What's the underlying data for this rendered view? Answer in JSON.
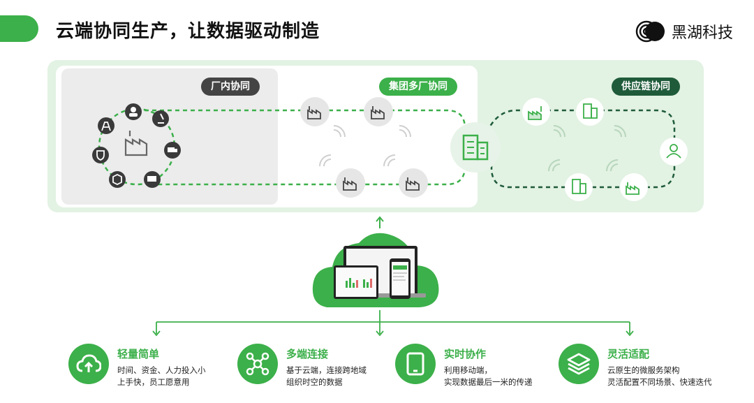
{
  "header": {
    "title": "云端协同生产，让数据驱动制造",
    "brand": "黑湖科技"
  },
  "panels": {
    "intra_factory": "厂内协同",
    "group_multi_factory": "集团多厂协同",
    "supply_chain": "供应链协同"
  },
  "icons": {
    "ring": [
      "worker-icon",
      "microscope-icon",
      "truck-icon",
      "van-icon",
      "box-icon",
      "shield-icon",
      "tower-icon"
    ],
    "center": "factory-icon",
    "hub": "buildings-icon",
    "supply": [
      "factory-green-icon",
      "building-icon",
      "person-icon",
      "building-icon",
      "factory-green-icon"
    ]
  },
  "colors": {
    "accent": "#3cb04a",
    "dark_green": "#1f5b3a",
    "panel_bg": "#e2f2e3",
    "gray_panel": "#ececec"
  },
  "features": [
    {
      "icon": "cloud-upload-icon",
      "title": "轻量简单",
      "line1": "时间、资金、人力投入小",
      "line2": "上手快，员工愿意用"
    },
    {
      "icon": "network-icon",
      "title": "多端连接",
      "line1": "基于云端，连接跨地域",
      "line2": "组织时空的数据"
    },
    {
      "icon": "tablet-icon",
      "title": "实时协作",
      "line1": "利用移动端，",
      "line2": "实现数据最后一米的传递"
    },
    {
      "icon": "layers-icon",
      "title": "灵活适配",
      "line1": "云原生的微服务架构",
      "line2": "灵活配置不同场景、快速迭代"
    }
  ]
}
